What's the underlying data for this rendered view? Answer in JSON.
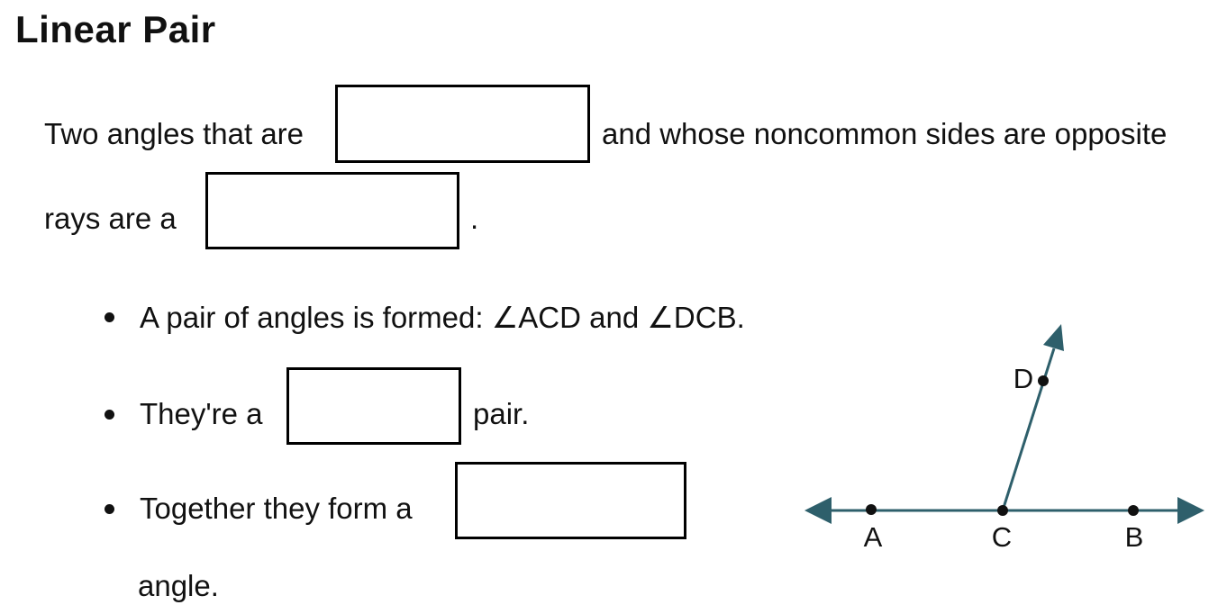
{
  "title": "Linear Pair",
  "sentence": {
    "part1": "Two angles that are",
    "part2": "and whose noncommon sides are opposite",
    "part3": "rays are a",
    "period": "."
  },
  "bullets": [
    {
      "text": "A pair of angles is formed: ∠ACD and ∠DCB."
    },
    {
      "before": "They're a",
      "after": "pair."
    },
    {
      "before": "Together they form a",
      "continuation": "angle."
    }
  ],
  "diagram": {
    "labels": {
      "a": "A",
      "b": "B",
      "c": "C",
      "d": "D"
    },
    "line_color": "#2E5F6B",
    "dot_color": "#111111"
  },
  "colors": {
    "text": "#111111",
    "background": "#FFFFFF",
    "box_border": "#000000"
  }
}
